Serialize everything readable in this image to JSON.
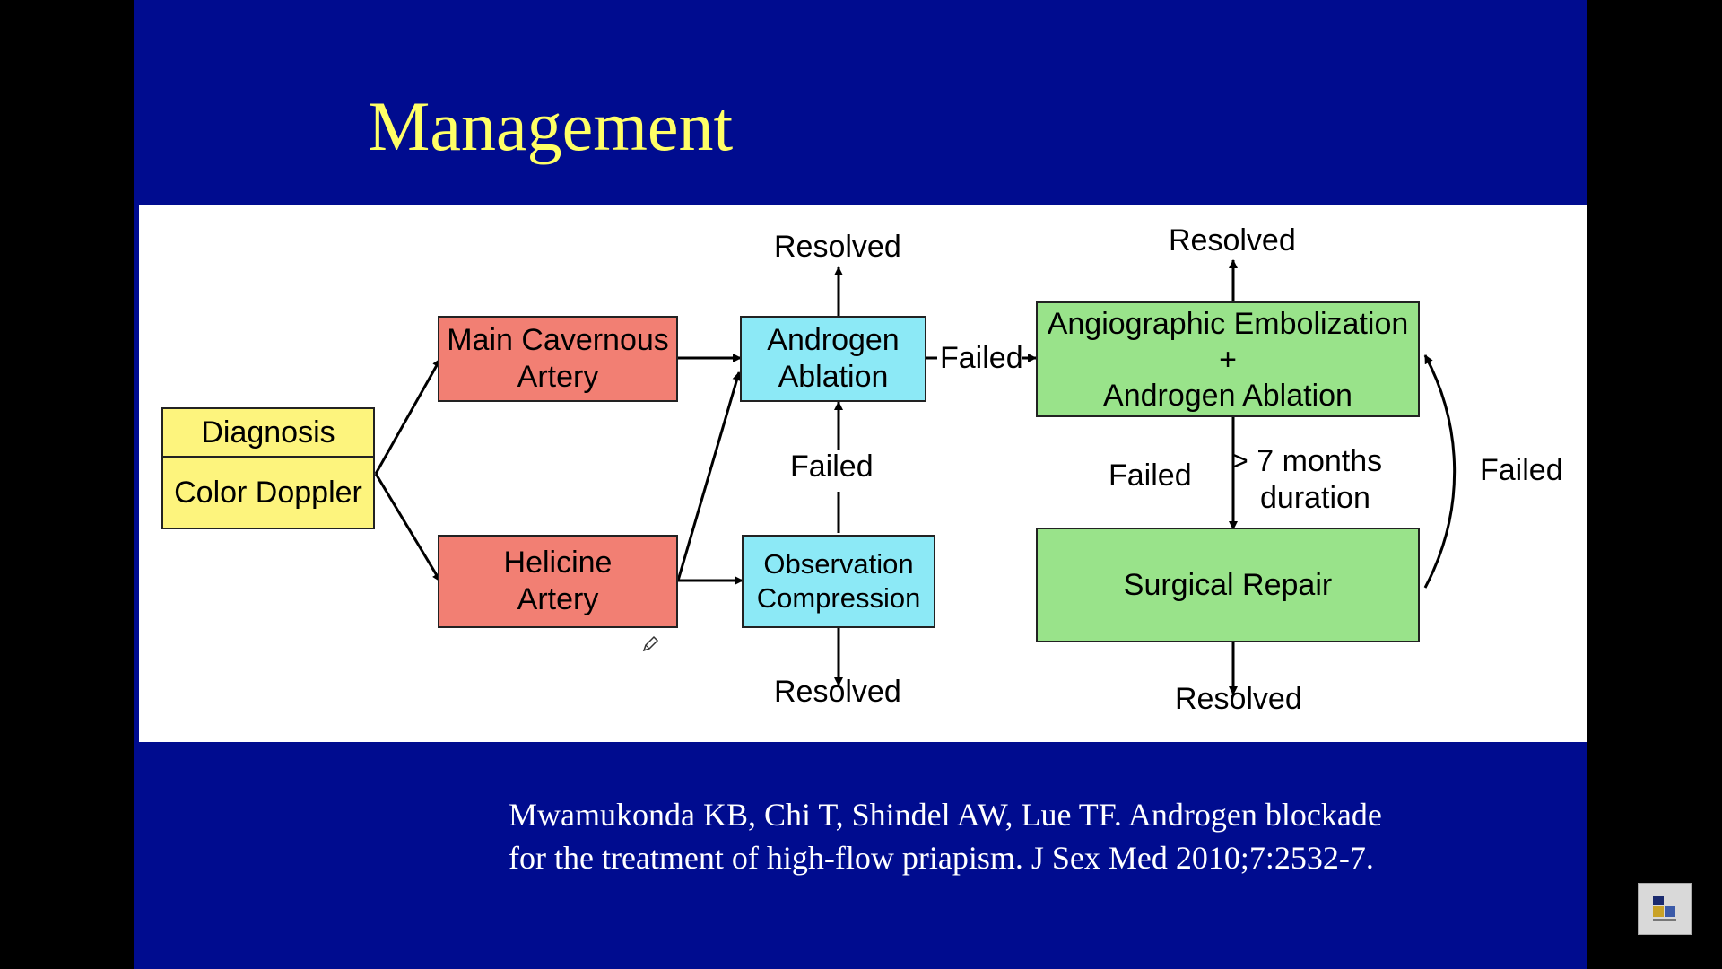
{
  "slide": {
    "title": "Management",
    "citation": {
      "line1": "Mwamukonda KB, Chi T, Shindel AW, Lue TF. Androgen blockade",
      "line2": "for the treatment of high-flow priapism. J Sex Med 2010;7:2532-7."
    }
  },
  "diagram": {
    "diagnosis": {
      "line1": "Diagnosis",
      "line2": "Color Doppler"
    },
    "main_cavernous": {
      "line1": "Main Cavernous",
      "line2": "Artery"
    },
    "helicine": {
      "line1": "Helicine",
      "line2": "Artery"
    },
    "androgen_ablation": {
      "line1": "Androgen",
      "line2": "Ablation"
    },
    "observation": {
      "line1": "Observation",
      "line2": "Compression"
    },
    "embolization": {
      "line1": "Angiographic Embolization",
      "line2": "+",
      "line3": "Androgen Ablation"
    },
    "surgical_repair": {
      "label": "Surgical Repair"
    },
    "labels": {
      "resolved_top_ablation": "Resolved",
      "resolved_top_embolization": "Resolved",
      "resolved_bottom_observation": "Resolved",
      "resolved_bottom_surgical": "Resolved",
      "failed_ablation_to_embolization": "Failed",
      "failed_observation_to_ablation": "Failed",
      "failed_embolization_to_surgical": "Failed",
      "failed_surgical_to_embolization": "Failed",
      "duration_line1": "> 7 months",
      "duration_line2": "duration"
    }
  },
  "icons": [
    "pen-cursor-icon",
    "logo-icon"
  ],
  "colors": {
    "background": "#000c8f",
    "title": "#ffff66",
    "panel": "#ffffff",
    "yellow_box": "#fdf47d",
    "red_box": "#f27f73",
    "cyan_box": "#8ce9f6",
    "green_box": "#99e38a"
  }
}
